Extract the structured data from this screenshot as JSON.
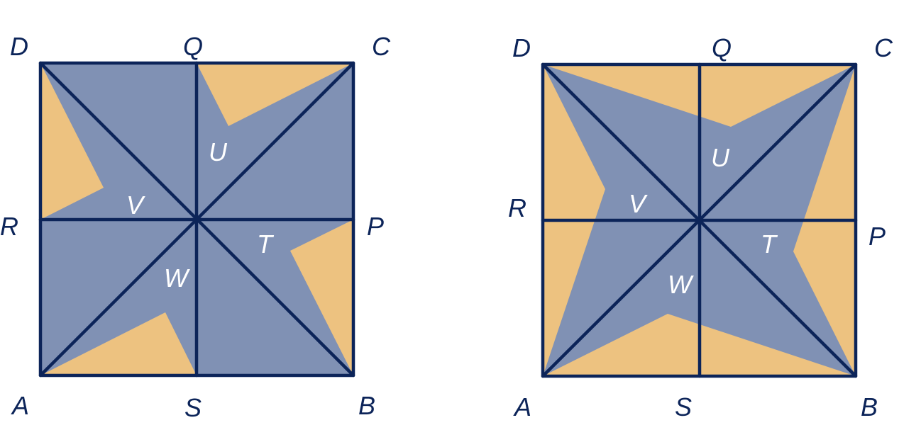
{
  "left_figure": {
    "labels": {
      "A": "A",
      "B": "B",
      "C": "C",
      "D": "D",
      "P": "P",
      "Q": "Q",
      "R": "R",
      "S": "S",
      "T": "T",
      "U": "U",
      "V": "V",
      "W": "W"
    }
  },
  "right_figure": {
    "labels": {
      "A": "A",
      "B": "B",
      "C": "C",
      "D": "D",
      "P": "P",
      "Q": "Q",
      "R": "R",
      "S": "S",
      "T": "T",
      "U": "U",
      "V": "V",
      "W": "W"
    }
  },
  "colors": {
    "blue_fill": "#8091b4",
    "tan_fill": "#edc280",
    "outline": "#0c2459"
  }
}
